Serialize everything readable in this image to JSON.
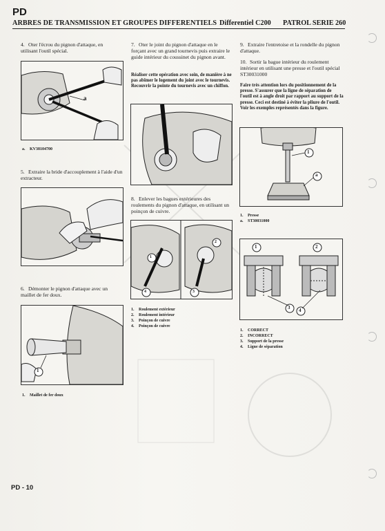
{
  "header": {
    "code": "PD",
    "title": "ARBRES DE TRANSMISSION ET GROUPES DIFFERENTIELS",
    "differential": "Differentiel C200",
    "model": "PATROL SERIE 260"
  },
  "col1": {
    "step4": {
      "num": "4.",
      "text": "Oter l'écrou du pignon d'attaque, en utilisant l'outil spécial."
    },
    "fig1_caption": [
      {
        "key": "a.",
        "text": "KV38104700"
      }
    ],
    "fig1_label": "a",
    "step5": {
      "num": "5.",
      "text": "Extraire la bride d'accouplement à l'aide d'un extracteur."
    },
    "step6": {
      "num": "6.",
      "text": "Démonter le pignon d'attaque avec un maillet de fer doux."
    },
    "fig3_label": "1",
    "fig3_caption": [
      {
        "key": "1.",
        "text": "Maillet de fer doux"
      }
    ]
  },
  "col2": {
    "step7": {
      "num": "7.",
      "text": "Oter le joint du pignon d'attaque en le forçant avec un grand tournevis puis extraire le guide intérieur du coussinet du pignon avant."
    },
    "note": "Réaliser cette opération avec soin, de manière à ne pas abîmer le logement du joint avec le tournevis. Recouvrir la pointe du tournevis avec un chiffon.",
    "step8": {
      "num": "8.",
      "text": "Enlever les bagues extérieures des roulements du pignon d'attaque, en utilisant un poinçon de cuivre."
    },
    "fig_labels": [
      "1",
      "2",
      "3",
      "4"
    ],
    "fig_caption": [
      {
        "key": "1.",
        "text": "Roulement extérieur"
      },
      {
        "key": "2.",
        "text": "Roulement intérieur"
      },
      {
        "key": "3.",
        "text": "Poinçon de cuivre"
      },
      {
        "key": "4.",
        "text": "Poinçon de cuivre"
      }
    ]
  },
  "col3": {
    "step9": {
      "num": "9.",
      "text": "Extraire l'entretoise et la rondelle du pignon d'attaque."
    },
    "step10": {
      "num": "10.",
      "text": "Sortir la bague intérieur du roulement intérieur en utilisant une presse et l'outil spécial ST30031000"
    },
    "note": "Faire très attention lors du positionnement de la presse. S'assurer que la ligne de séparation de l'outil est à angle droit par rapport au support de la presse. Ceci est destiné à éviter la pliure de l'outil. Voir les exemples représentés dans la figure.",
    "press_labels": [
      "1",
      "a"
    ],
    "press_caption": [
      {
        "key": "1.",
        "text": "Presse"
      },
      {
        "key": "a.",
        "text": "ST30031000"
      }
    ],
    "tool_labels": [
      "1",
      "2",
      "3",
      "4"
    ],
    "tool_caption": [
      {
        "key": "1.",
        "text": "CORRECT"
      },
      {
        "key": "2.",
        "text": "INCORRECT"
      },
      {
        "key": "3.",
        "text": "Support de la presse"
      },
      {
        "key": "4.",
        "text": "Ligne de séparation"
      }
    ]
  },
  "footer": {
    "page": "PD - 10"
  }
}
